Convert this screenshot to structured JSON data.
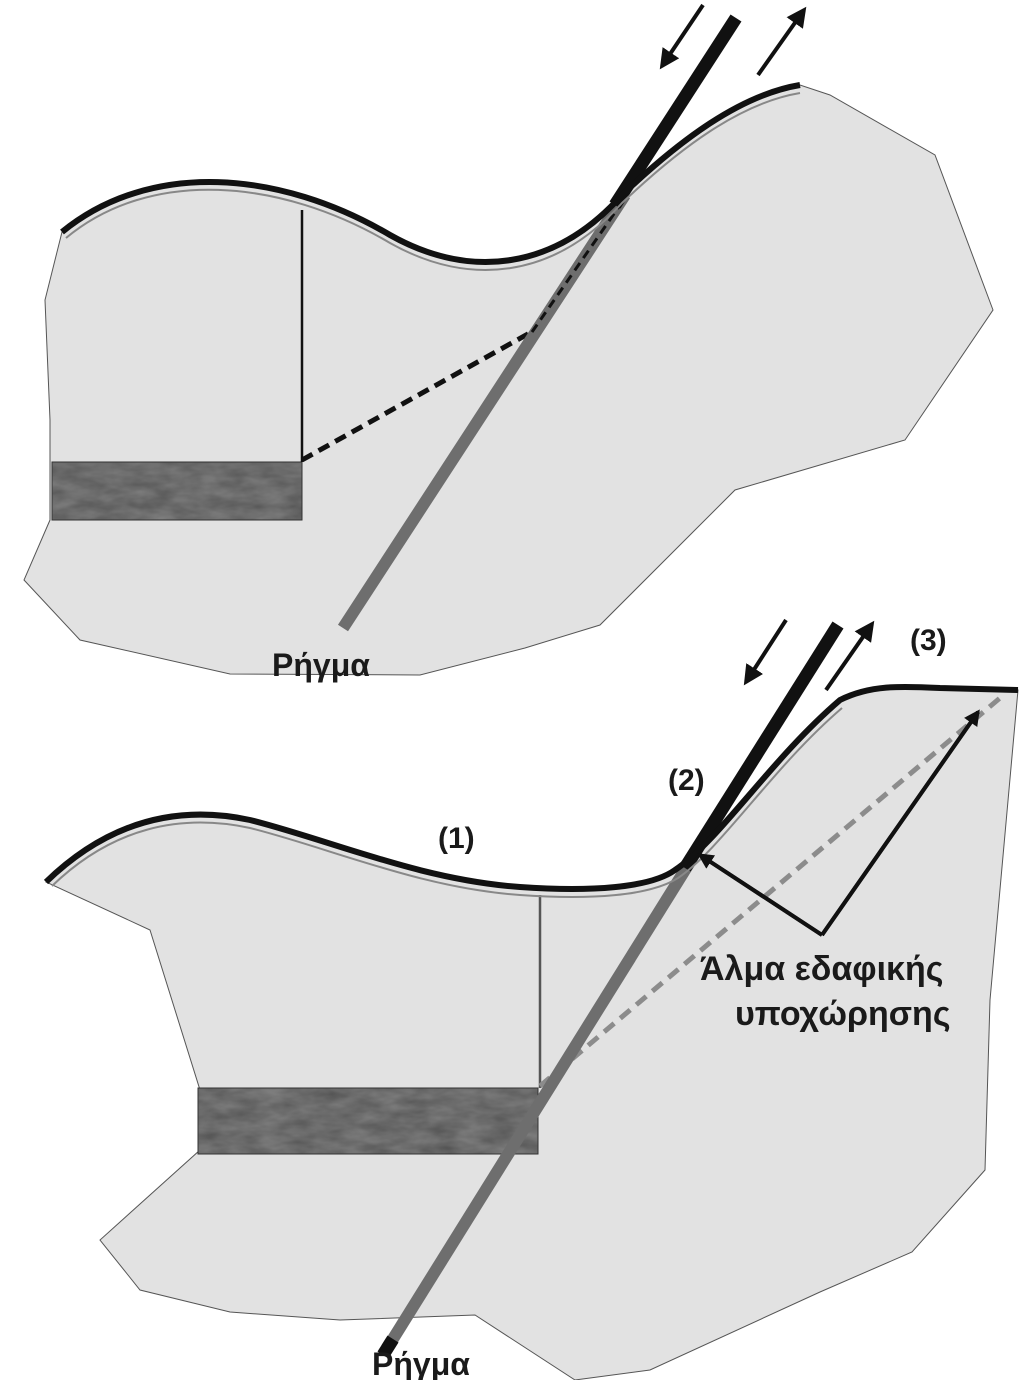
{
  "top_diagram": {
    "fault_label": "Ρήγμα"
  },
  "bottom_diagram": {
    "fault_label": "Ρήγμα",
    "zone_labels": [
      "(1)",
      "(2)",
      "(3)"
    ],
    "scarp_label_line1": "Άλμα εδαφικής",
    "scarp_label_line2": "υποχώρησης"
  },
  "colors": {
    "ground": "#e2e2e2",
    "surface": "#111111",
    "fault": "#6e6e6e",
    "dashed_after": "#8c8c8c",
    "layer": "#4a4a4a"
  }
}
